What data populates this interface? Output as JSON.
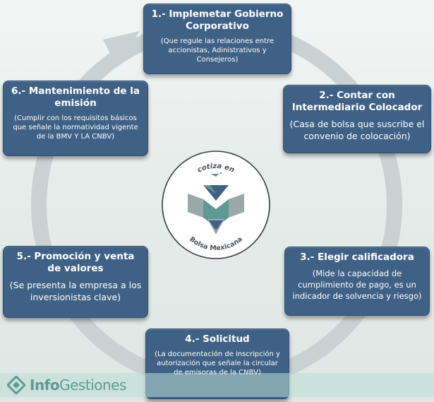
{
  "steps": [
    {
      "title": "1.- Implemetar Gobierno Corporativo",
      "desc": "(Que regule las relaciones entre accionistas, Adinistrativos y Consejeros)"
    },
    {
      "title": "2.- Contar con Intermediario Colocador",
      "desc": "(Casa de bolsa que suscribe el convenio de colocación)"
    },
    {
      "title": "3.- Elegir calificadora",
      "desc": "(Mide la capacidad de cumplimiento de pago, es un indicador de solvencia y riesgo)"
    },
    {
      "title": "4.- Solicitud",
      "desc": "(La documentación de inscripción y autorización que señale la circular de emisoras de la CNBV)"
    },
    {
      "title": "5.- Promoción y venta de valores",
      "desc": "(Se presenta la empresa a los inversionistas clave)"
    },
    {
      "title": "6.- Mantenimiento de la emisión",
      "desc": "(Cumplir con los requisitos básicos que señale la normatividad vigente de la BMV Y LA CNBV)"
    }
  ],
  "logo": {
    "top_text": "cotiza en",
    "bottom_text": "Bolsa Mexicana"
  },
  "brand": {
    "part1": "Info",
    "part2": "Gestiones"
  },
  "colors": {
    "box": "#3f6186",
    "ring": "#c9d1d3",
    "logo_green": "#5f9a92",
    "logo_blue": "#3f6186",
    "logo_grey": "#9aa8aa"
  }
}
